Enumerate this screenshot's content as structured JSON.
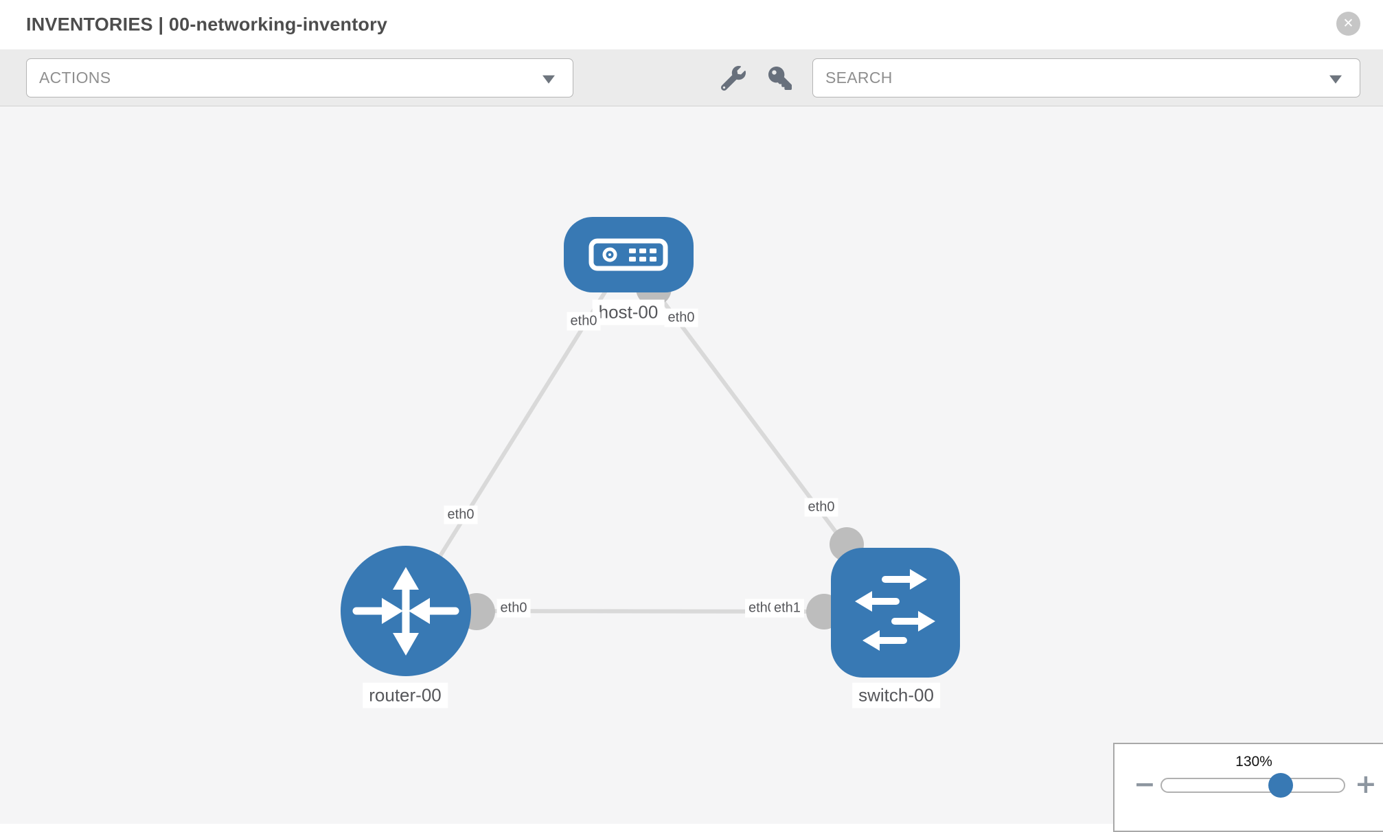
{
  "header": {
    "title": "INVENTORIES | 00-networking-inventory"
  },
  "icons": {
    "close": "✕"
  },
  "toolbar": {
    "actions": {
      "label": "ACTIONS"
    },
    "search": {
      "placeholder": "SEARCH"
    }
  },
  "topology": {
    "nodes": [
      {
        "id": "host-00",
        "type": "host",
        "label": "host-00"
      },
      {
        "id": "router-00",
        "type": "router",
        "label": "router-00"
      },
      {
        "id": "switch-00",
        "type": "switch",
        "label": "switch-00"
      }
    ],
    "links": [
      {
        "from": "host-00",
        "to": "router-00",
        "from_interface": "eth0",
        "to_interface": "eth0"
      },
      {
        "from": "host-00",
        "to": "switch-00",
        "from_interface": "eth0",
        "to_interface": "eth0"
      },
      {
        "from": "router-00",
        "to": "switch-00",
        "from_interface": "eth0",
        "to_interface": "eth1"
      }
    ],
    "interface_labels": {
      "host_left": "eth0",
      "host_right": "eth0",
      "router_top": "eth0",
      "router_right": "eth0",
      "switch_top": "eth0",
      "switch_left_under": "eth0",
      "switch_left": "eth1"
    }
  },
  "zoom_control": {
    "level": "130%",
    "minus": "−",
    "plus": "+"
  },
  "colors": {
    "node_fill": "#3879b4",
    "link": "#d9d9d9",
    "interface_dot": "#bdbdbd",
    "canvas_bg": "#f5f5f6",
    "toolbar_bg": "#ebebeb"
  }
}
